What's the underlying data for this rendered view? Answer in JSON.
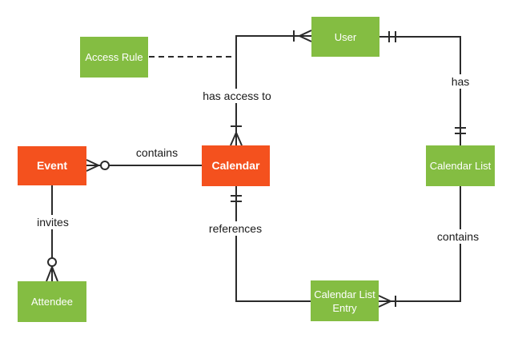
{
  "diagram": {
    "type": "entity-relationship-diagram",
    "subject": "Calendar system ERD",
    "colors": {
      "entity_green": "#84BD42",
      "entity_orange": "#F4511E",
      "entity_text": "#ffffff",
      "connector_line": "#2b2b2b",
      "label_text": "#1a1a1a",
      "background": "#ffffff"
    },
    "entities": {
      "access_rule": {
        "label": "Access Rule",
        "color": "#84BD42"
      },
      "user": {
        "label": "User",
        "color": "#84BD42"
      },
      "event": {
        "label": "Event",
        "color": "#F4511E"
      },
      "calendar": {
        "label": "Calendar",
        "color": "#F4511E"
      },
      "calendar_list": {
        "label": "Calendar List",
        "color": "#84BD42"
      },
      "attendee": {
        "label": "Attendee",
        "color": "#84BD42"
      },
      "calendar_list_entry": {
        "label": "Calendar List Entry",
        "color": "#84BD42"
      }
    },
    "relationships": [
      {
        "id": "has-access-to",
        "label": "has access to",
        "from": "calendar",
        "to": "user",
        "from_end": "one-or-many",
        "to_end": "one-or-many",
        "style": "solid"
      },
      {
        "id": "has",
        "label": "has",
        "from": "user",
        "to": "calendar_list",
        "from_end": "one-and-only-one",
        "to_end": "one-and-only-one",
        "style": "solid"
      },
      {
        "id": "contains-event",
        "label": "contains",
        "from": "event",
        "to": "calendar",
        "from_end": "zero-or-many",
        "to_end": "plain",
        "style": "solid"
      },
      {
        "id": "invites",
        "label": "invites",
        "from": "event",
        "to": "attendee",
        "from_end": "plain",
        "to_end": "zero-or-many",
        "style": "solid"
      },
      {
        "id": "references",
        "label": "references",
        "from": "calendar",
        "to": "calendar_list_entry",
        "from_end": "one-and-only-one",
        "to_end": "plain",
        "style": "solid"
      },
      {
        "id": "contains-list",
        "label": "contains",
        "from": "calendar_list",
        "to": "calendar_list_entry",
        "from_end": "plain",
        "to_end": "one-or-many",
        "style": "solid"
      },
      {
        "id": "access-rule-link",
        "label": "",
        "from": "access_rule",
        "to": "has-access-to connector",
        "from_end": "plain",
        "to_end": "plain",
        "style": "dashed"
      }
    ]
  }
}
